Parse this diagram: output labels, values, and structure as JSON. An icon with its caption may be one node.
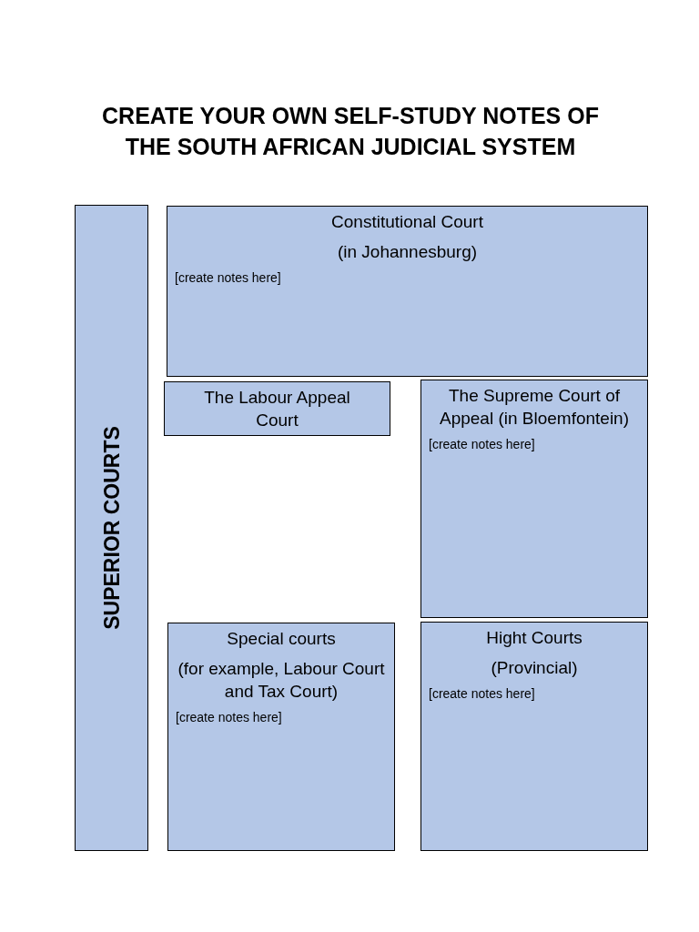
{
  "diagram": {
    "title": "CREATE YOUR OWN SELF-STUDY NOTES OF THE SOUTH AFRICAN JUDICIAL SYSTEM",
    "nodes": [
      {
        "text": [
          "SUPERIOR COURTS"
        ]
      },
      {
        "text": [
          "Constitutional Court",
          "(in Johannesburg)",
          "[create notes here]"
        ]
      },
      {
        "text": [
          "The Labour Appeal Court"
        ]
      },
      {
        "text": [
          "The Supreme Court of Appeal (in Bloemfontein)",
          "[create notes here]"
        ]
      },
      {
        "text": [
          "Special courts",
          "(for example, Labour Court and Tax Court)",
          "[create notes here]"
        ]
      },
      {
        "text": [
          "Hight Courts",
          "(Provincial)",
          "[create notes here]"
        ]
      }
    ]
  }
}
